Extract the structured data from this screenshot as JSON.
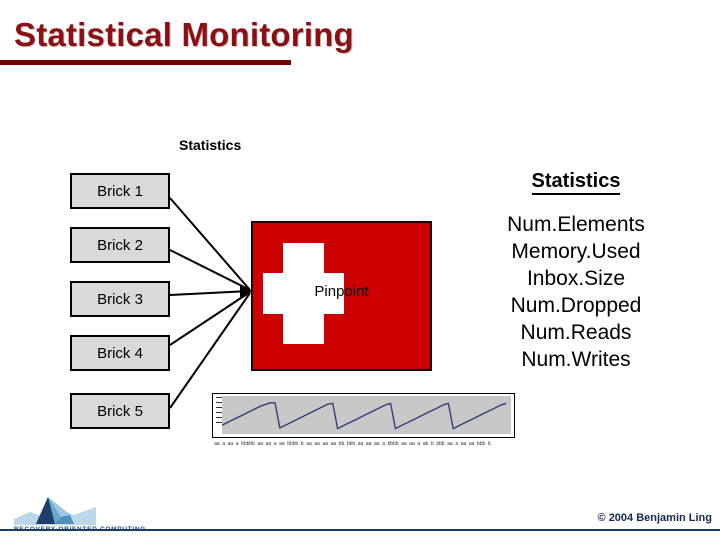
{
  "slide": {
    "title": "Statistical Monitoring",
    "title_color": "#8c0f14",
    "rule_color": "#730005"
  },
  "diagram": {
    "left_caption": "Statistics",
    "bricks": [
      {
        "label": "Brick 1"
      },
      {
        "label": "Brick 2"
      },
      {
        "label": "Brick 3"
      },
      {
        "label": "Brick 4"
      },
      {
        "label": "Brick 5"
      }
    ],
    "pinpoint": {
      "label": "Pinpoint",
      "box_color": "#cc0000",
      "cross_color": "#ffffff"
    }
  },
  "stats_panel": {
    "heading": "Statistics",
    "items": [
      "Num.Elements",
      "Memory.Used",
      "Inbox.Size",
      "Num.Dropped",
      "Num.Reads",
      "Num.Writes"
    ]
  },
  "chart_data": {
    "type": "line",
    "title": "",
    "xlabel": "",
    "ylabel": "",
    "grid": false,
    "legend": null,
    "plot_background": "#c8c8c8",
    "line_color": "#3b3b7a",
    "ylim": [
      0,
      5
    ],
    "xlim": [
      0,
      60
    ],
    "x": [
      0,
      2,
      4,
      6,
      8,
      10,
      11,
      12,
      14,
      16,
      18,
      20,
      22,
      23,
      24,
      26,
      28,
      30,
      32,
      34,
      35,
      36,
      38,
      40,
      42,
      44,
      46,
      47,
      48,
      50,
      52,
      54,
      56,
      58,
      59
    ],
    "y": [
      1.0,
      1.7,
      2.4,
      3.1,
      3.8,
      4.3,
      4.3,
      0.6,
      1.3,
      2.0,
      2.7,
      3.4,
      4.1,
      4.2,
      0.5,
      1.2,
      1.9,
      2.6,
      3.3,
      4.0,
      4.2,
      0.5,
      1.2,
      1.9,
      2.6,
      3.3,
      4.0,
      4.2,
      0.5,
      1.2,
      1.9,
      2.6,
      3.3,
      4.0,
      4.2
    ],
    "tick_label_strip": "aa a aa a bbbbb aa aa a aa bbbb b aa aa aa aa bb bbb aa aa aa a bbbb aa aa a ab b bbb aa a aa aa bbb b"
  },
  "footer": {
    "logo_caption": "RECOVERY-ORIENTED COMPUTING",
    "copyright": "© 2004 Benjamin Ling"
  }
}
